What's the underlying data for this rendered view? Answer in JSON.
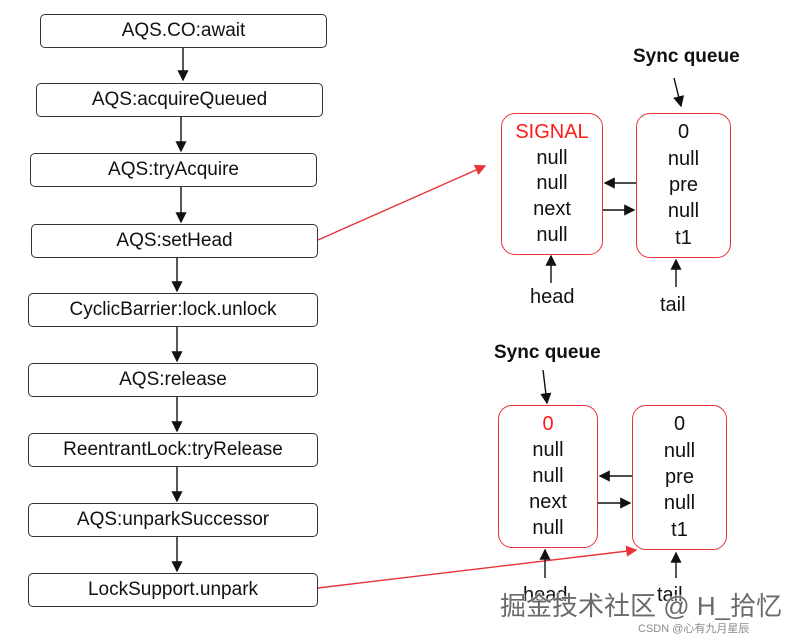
{
  "flow_steps": [
    "AQS.CO:await",
    "AQS:acquireQueued",
    "AQS:tryAcquire",
    "AQS:setHead",
    "CyclicBarrier:lock.unlock",
    "AQS:release",
    "ReentrantLock:tryRelease",
    "AQS:unparkSuccessor",
    "LockSupport.unpark"
  ],
  "queue_top": {
    "title": "Sync queue",
    "head_node": [
      "SIGNAL",
      "null",
      "null",
      "next",
      "null"
    ],
    "tail_node": [
      "0",
      "null",
      "pre",
      "null",
      "t1"
    ],
    "head_label": "head",
    "tail_label": "tail"
  },
  "queue_bottom": {
    "title": "Sync queue",
    "head_node": [
      "0",
      "null",
      "null",
      "next",
      "null"
    ],
    "tail_node": [
      "0",
      "null",
      "pre",
      "null",
      "t1"
    ],
    "head_label": "head",
    "tail_label": "tail"
  },
  "colors": {
    "highlight": "#ff1a1a",
    "node_border": "#e8333a",
    "link_arrow": "#e8333a"
  },
  "watermark": {
    "main": "掘金技术社区 @ H_拾忆",
    "sub": "CSDN @心有九月星辰"
  }
}
